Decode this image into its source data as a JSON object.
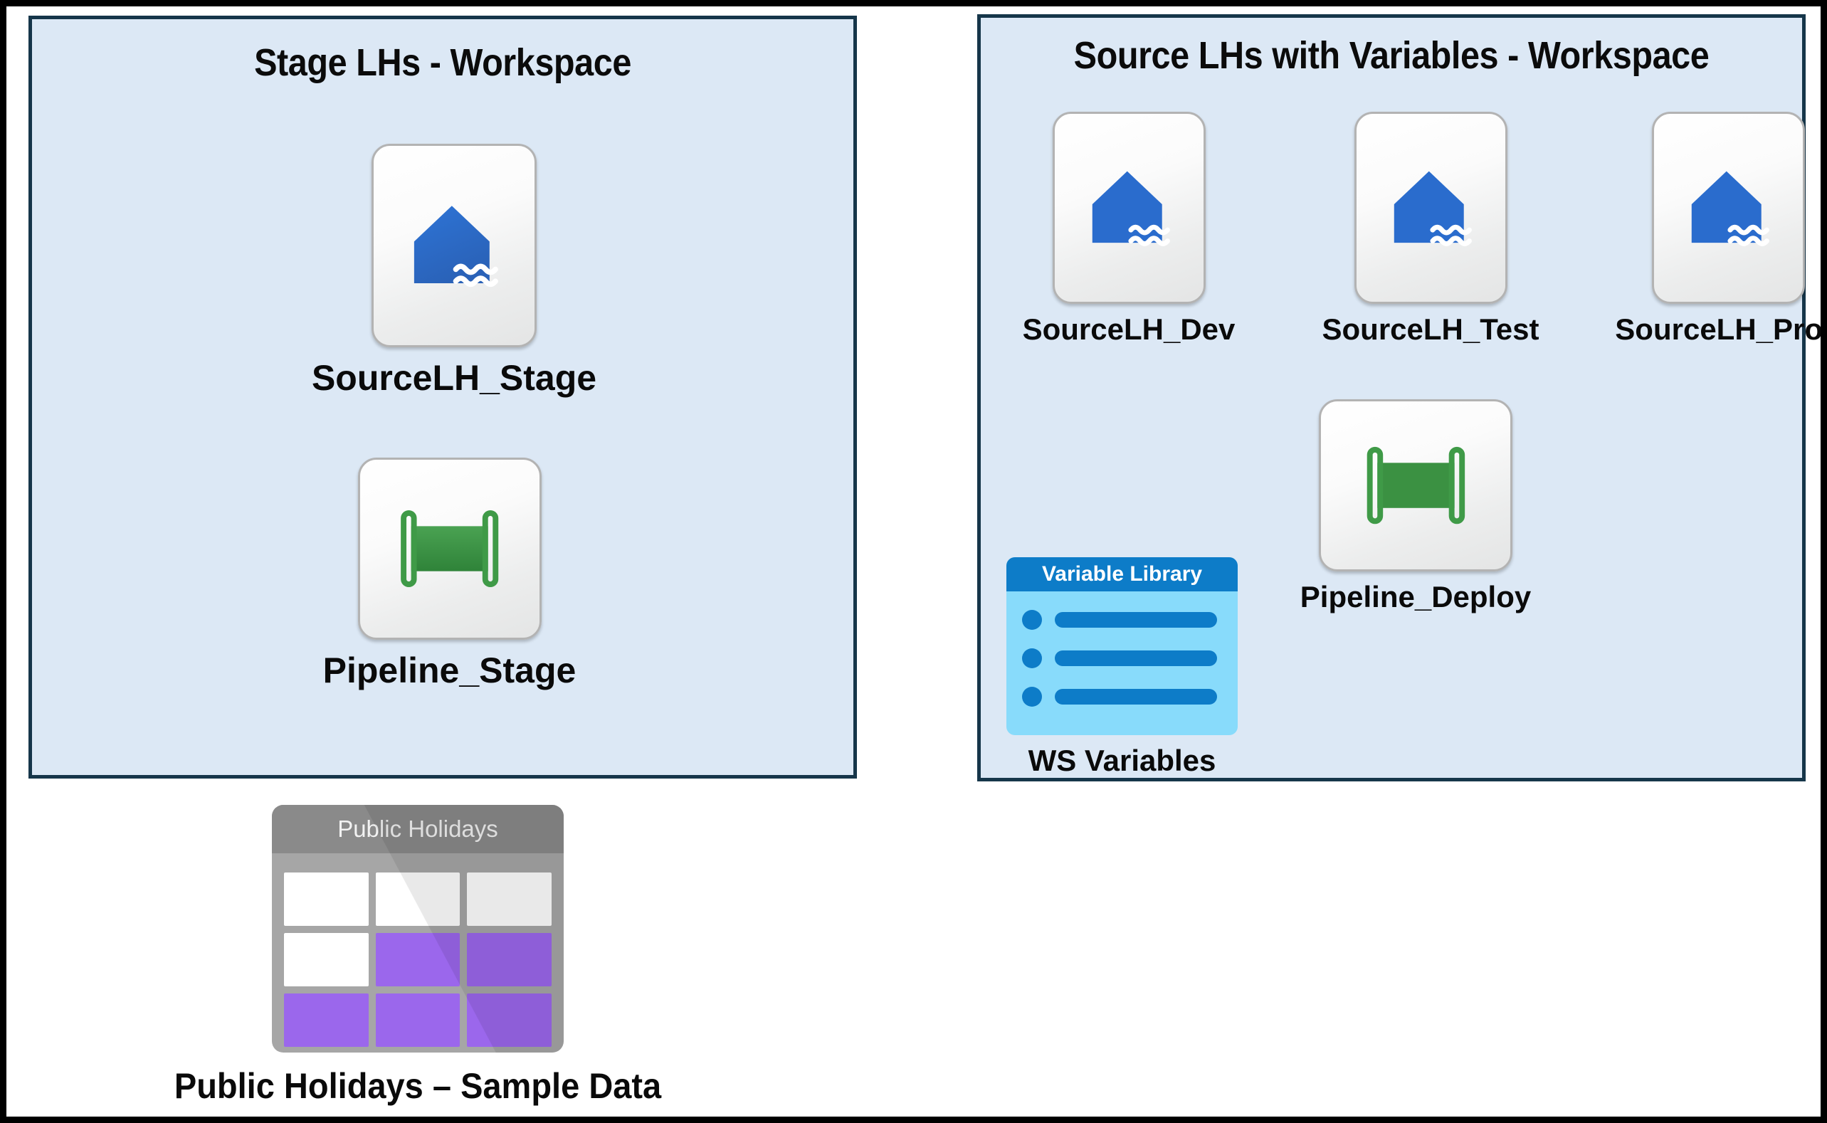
{
  "diagram": {
    "panels": [
      {
        "id": "stage",
        "title": "Stage LHs - Workspace",
        "items": [
          {
            "label": "SourceLH_Stage",
            "icon": "lakehouse-icon"
          },
          {
            "label": "Pipeline_Stage",
            "icon": "pipeline-icon"
          }
        ]
      },
      {
        "id": "source",
        "title": "Source LHs with Variables - Workspace",
        "items": [
          {
            "label": "SourceLH_Dev",
            "icon": "lakehouse-icon"
          },
          {
            "label": "SourceLH_Test",
            "icon": "lakehouse-icon"
          },
          {
            "label": "SourceLH_Prod",
            "icon": "lakehouse-icon"
          },
          {
            "label": "Pipeline_Deploy",
            "icon": "pipeline-icon"
          },
          {
            "label": "WS Variables",
            "icon": "variable-library-icon",
            "header": "Variable Library"
          }
        ]
      }
    ],
    "standalone": [
      {
        "label": "Public Holidays – Sample Data",
        "icon": "table-icon",
        "header": "Public Holidays"
      }
    ]
  },
  "colors": {
    "panel_fill": "#dce8f5",
    "panel_border": "#16364a",
    "outer_border": "#000000",
    "lakehouse_blue": "#2a6ccd",
    "pipeline_green": "#3b9142",
    "variable_library_blue": "#0d7cc8",
    "variable_library_body": "#88dbfb",
    "table_grey": "#a6a6a6",
    "table_header_grey": "#8a8a8a",
    "table_cell_purple": "#9b67ec",
    "text": "#0a0a0a"
  }
}
